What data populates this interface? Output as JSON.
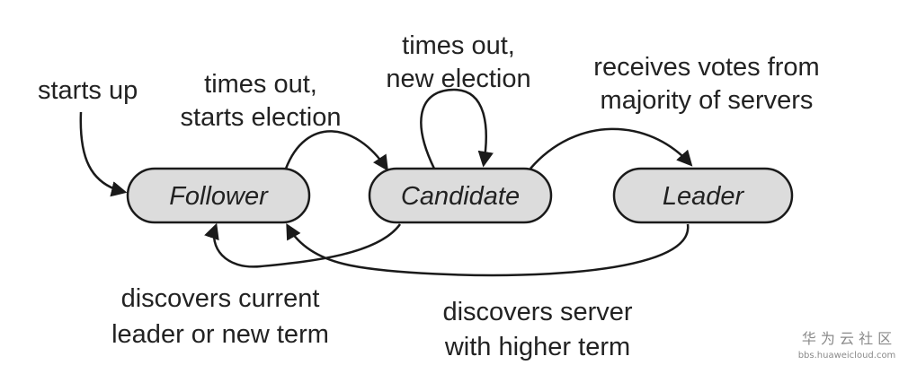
{
  "states": {
    "follower": "Follower",
    "candidate": "Candidate",
    "leader": "Leader"
  },
  "transitions": {
    "starts_up": "starts up",
    "times_out_starts_election": [
      "times out,",
      "starts election"
    ],
    "times_out_new_election": [
      "times out,",
      "new election"
    ],
    "receives_votes": [
      "receives votes from",
      "majority of servers"
    ],
    "discovers_current_leader": [
      "discovers current",
      "leader or new term"
    ],
    "discovers_server_higher_term": [
      "discovers server",
      "with higher term"
    ]
  },
  "watermark": {
    "title": "华 为 云 社 区",
    "url": "bbs.huaweicloud.com"
  },
  "colors": {
    "node_fill": "#dcdcdc",
    "stroke": "#1a1a1a",
    "text": "#222222"
  }
}
